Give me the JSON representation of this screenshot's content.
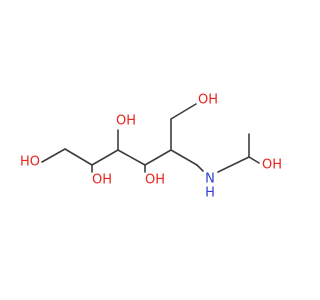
{
  "molecule": {
    "atoms": [
      {
        "id": "a1",
        "element": "C",
        "label": ""
      },
      {
        "id": "a2",
        "element": "C",
        "label": ""
      },
      {
        "id": "a3",
        "element": "C",
        "label": ""
      },
      {
        "id": "a4",
        "element": "C",
        "label": ""
      },
      {
        "id": "a5",
        "element": "C",
        "label": ""
      },
      {
        "id": "a6",
        "element": "C",
        "label": ""
      },
      {
        "id": "a7",
        "element": "C",
        "label": ""
      },
      {
        "id": "a8",
        "element": "O",
        "label": "OH"
      },
      {
        "id": "a9",
        "element": "N",
        "label": "N"
      },
      {
        "id": "a10",
        "element": "H",
        "label": "H"
      },
      {
        "id": "a11",
        "element": "C",
        "label": ""
      },
      {
        "id": "a12",
        "element": "C",
        "label": ""
      },
      {
        "id": "a13",
        "element": "O",
        "label": "OH"
      },
      {
        "id": "a14",
        "element": "O",
        "label": "OH"
      },
      {
        "id": "a15",
        "element": "O",
        "label": "OH"
      },
      {
        "id": "a16",
        "element": "O",
        "label": "OH"
      },
      {
        "id": "a17",
        "element": "O",
        "label": "HO"
      }
    ],
    "bonds": [
      [
        "a1",
        "a2"
      ],
      [
        "a2",
        "a3"
      ],
      [
        "a3",
        "a4"
      ],
      [
        "a4",
        "a5"
      ],
      [
        "a5",
        "a6"
      ],
      [
        "a6",
        "a7"
      ],
      [
        "a7",
        "a8"
      ],
      [
        "a6",
        "a9"
      ],
      [
        "a9",
        "a11"
      ],
      [
        "a11",
        "a12"
      ],
      [
        "a11",
        "a13"
      ],
      [
        "a5",
        "a14"
      ],
      [
        "a4",
        "a15"
      ],
      [
        "a3",
        "a16"
      ],
      [
        "a2",
        "a17"
      ]
    ],
    "colors": {
      "carbon_bond": "#3d3d3d",
      "oxygen": "#e8241c",
      "nitrogen": "#2f3fd4"
    }
  }
}
